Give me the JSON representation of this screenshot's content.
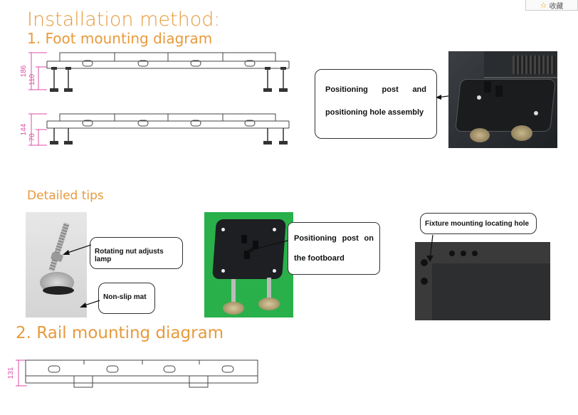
{
  "headings": {
    "title": "Installation method:",
    "foot": "1. Foot mounting diagram",
    "tips": "Detailed tips",
    "rail": "2. Rail mounting diagram"
  },
  "favorite": {
    "icon": "star-icon",
    "label": "收藏"
  },
  "diagram1": {
    "dim_outer": "186",
    "dim_inner": "110"
  },
  "diagram2": {
    "dim_outer": "144",
    "dim_inner": "70"
  },
  "diagram3": {
    "dim": "131"
  },
  "callouts": {
    "positioning_assembly": [
      "Positioning",
      "post",
      "and",
      "positioning hole assembly"
    ],
    "rotating_nut": "Rotating nut adjusts lamp",
    "non_slip": "Non-slip mat",
    "footboard": [
      "Positioning",
      "post",
      "on",
      "the footboard"
    ],
    "fixture": "Fixture mounting locating hole"
  },
  "colors": {
    "heading": "#e89a3c",
    "dimension": "#d84fa8",
    "green_bg": "#29b04a"
  }
}
